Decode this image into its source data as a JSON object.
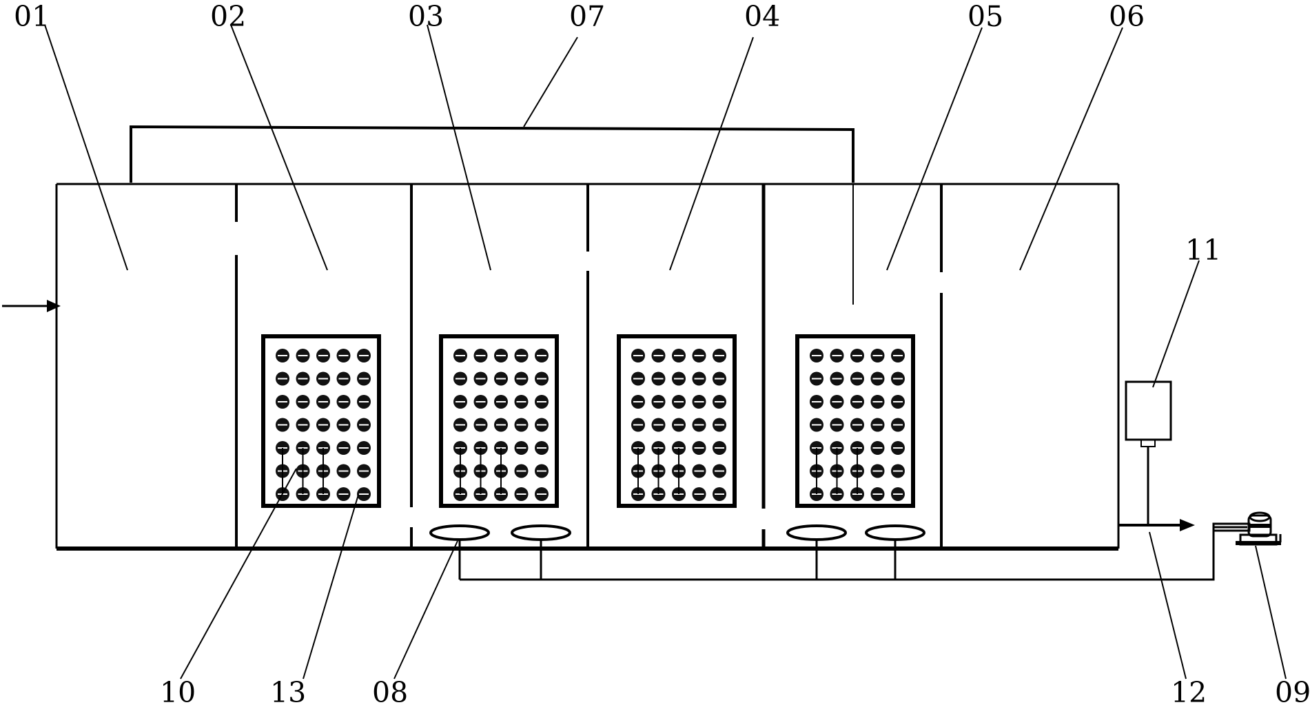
{
  "labels": {
    "l01": "01",
    "l02": "02",
    "l03": "03",
    "l07": "07",
    "l04": "04",
    "l05": "05",
    "l06": "06",
    "l11": "11",
    "l10": "10",
    "l13": "13",
    "l08": "08",
    "l12": "12",
    "l09": "09"
  },
  "module_grid": {
    "rows": 7,
    "cols": 5
  },
  "colors": {
    "line": "#000000",
    "background": "#ffffff"
  }
}
